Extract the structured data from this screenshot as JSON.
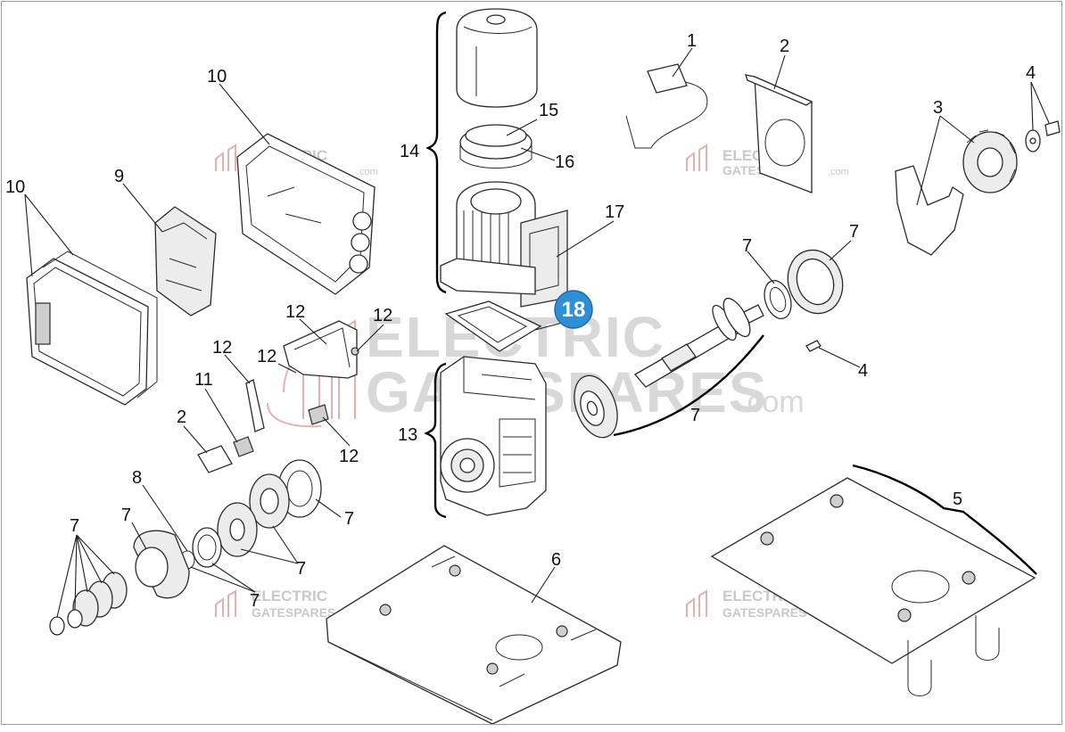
{
  "watermark": {
    "line1": "ELECTRIC",
    "line2": "GATESPARES",
    "suffix": ".com"
  },
  "callouts": {
    "c1": "1",
    "c2a": "2",
    "c2b": "2",
    "c3": "3",
    "c4a": "4",
    "c4b": "4",
    "c5": "5",
    "c6": "6",
    "c7a": "7",
    "c7b": "7",
    "c7c": "7",
    "c7d": "7",
    "c7e": "7",
    "c7f": "7",
    "c7g": "7",
    "c7h": "7",
    "c8": "8",
    "c9": "9",
    "c10a": "10",
    "c10b": "10",
    "c11": "11",
    "c12a": "12",
    "c12b": "12",
    "c12c": "12",
    "c12d": "12",
    "c12e": "12",
    "c13": "13",
    "c14": "14",
    "c15": "15",
    "c16": "16",
    "c17": "17"
  },
  "highlight_badge": {
    "label": "18",
    "color": "#2f8fd6"
  },
  "colors": {
    "line": "#2a2a2a",
    "watermark_grey": "#d8d8d8",
    "watermark_red": "#e6b0b0"
  }
}
